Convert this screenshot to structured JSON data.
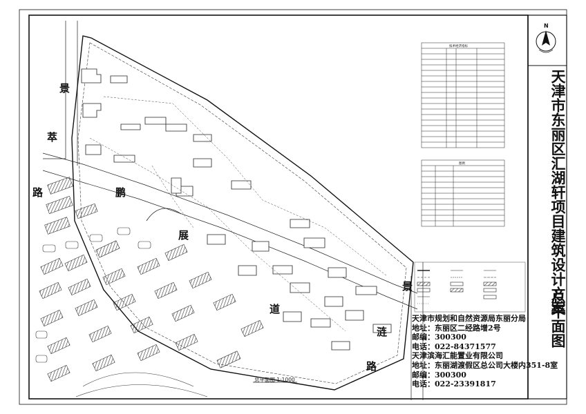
{
  "title_block": {
    "project_title": "天津市东丽区汇湖轩项目建筑设计方案",
    "drawing_title": "总平面图"
  },
  "north_label": "N",
  "roads": {
    "left_road": [
      "景",
      "萃",
      "路"
    ],
    "diagonal_road": [
      "鹏",
      "展",
      "道"
    ],
    "right_road": [
      "景",
      "涟",
      "路"
    ]
  },
  "info_block": {
    "lines": [
      "天津市规划和自然资源局东丽分局",
      "地址：东丽区二经路增2号",
      "邮编：300300",
      "电话：022-84371577",
      "天津滨海汇能置业有限公司",
      "地址：东丽湖渡假区总公司大楼内351-8室",
      "邮编：300300",
      "电话：022-23391817"
    ]
  },
  "scale_label": "总平面图 1:1000",
  "table_titles": {
    "tech_table": "技术经济指标",
    "legend_table": "图例"
  },
  "colors": {
    "line": "#222222",
    "frame": "#111111",
    "hatch": "#333333"
  }
}
